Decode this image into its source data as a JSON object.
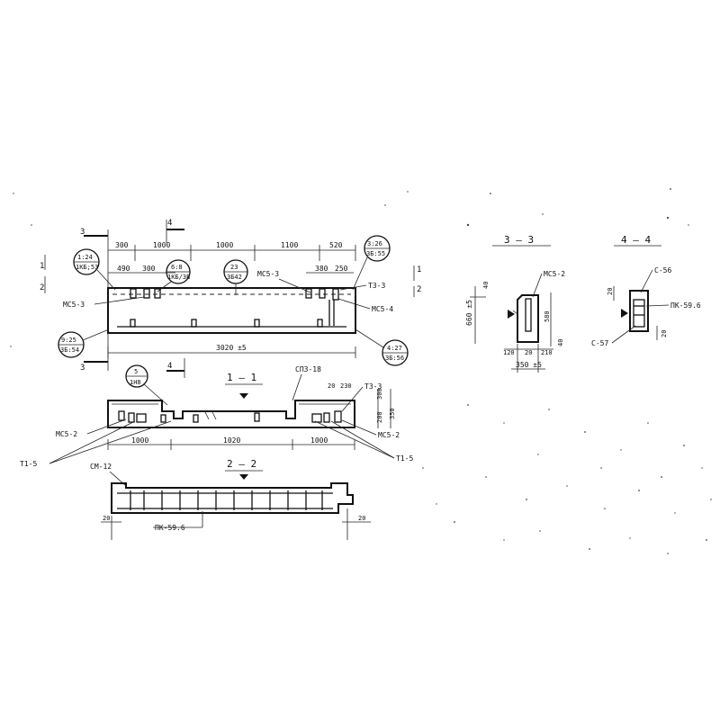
{
  "elevation": {
    "section_marks": [
      "3",
      "4",
      "1",
      "2"
    ],
    "top_dims": [
      "300",
      "1000",
      "1000",
      "1100",
      "520"
    ],
    "second_dims": [
      "490",
      "300",
      "380",
      "250"
    ],
    "overall_dim": "3020 ±5",
    "callouts": [
      {
        "top": "1:24",
        "bottom": "1КБ;53"
      },
      {
        "top": "6:8",
        "bottom": "1КБ/ЗБ"
      },
      {
        "top": "23",
        "bottom": "3Б42"
      },
      {
        "top": "3:26",
        "bottom": "3Б:55"
      },
      {
        "top": "9:25",
        "bottom": "3Б:54"
      },
      {
        "top": "4:27",
        "bottom": "3Б:56"
      }
    ],
    "labels": [
      "МС5-3",
      "МС5-3",
      "МС5-4",
      "Т3-3"
    ]
  },
  "section_1_1": {
    "title": "1 — 1",
    "dims": [
      "1000",
      "1020",
      "1000"
    ],
    "right_dims": [
      "20",
      "230",
      "350",
      "200",
      "300"
    ],
    "callout": {
      "top": "5",
      "bottom": "1Н8"
    },
    "labels": [
      "СП3-18",
      "Т3-3",
      "МС5-2",
      "МС5-2",
      "Т1-5",
      "Т1-5"
    ]
  },
  "section_2_2": {
    "title": "2 — 2",
    "labels": [
      "СМ-12",
      "ПК-59.6"
    ],
    "dims": [
      "20",
      "20"
    ]
  },
  "section_3_3": {
    "title": "3 — 3",
    "labels": [
      "МС5-2"
    ],
    "dims": [
      "40",
      "660 ±5",
      "580",
      "40",
      "120",
      "20",
      "210",
      "350 ±5"
    ]
  },
  "section_4_4": {
    "title": "4 — 4",
    "labels": [
      "С-56",
      "ПК-59.6",
      "С-57"
    ],
    "dims": [
      "20",
      "20"
    ]
  }
}
